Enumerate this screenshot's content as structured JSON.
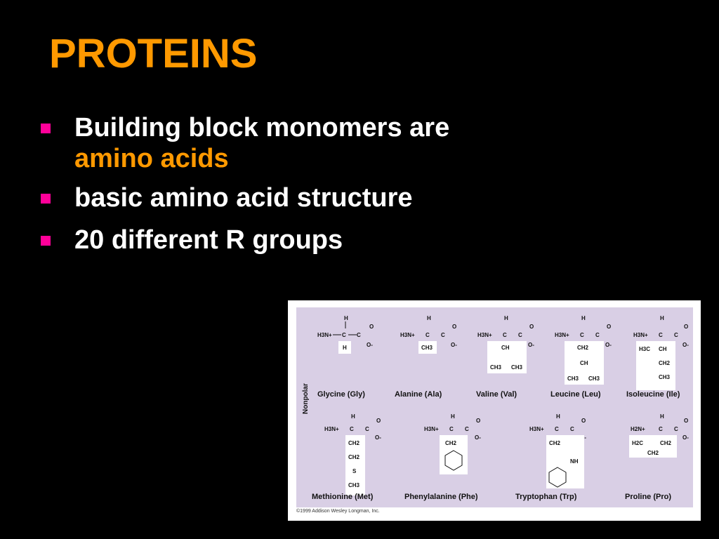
{
  "slide": {
    "title": "PROTEINS",
    "accent_color": "#ff9900",
    "bullet_color": "#ff0099",
    "bullets": [
      {
        "text": "Building block monomers are",
        "highlight": "amino acids"
      },
      {
        "text": "basic amino acid structure",
        "highlight": ""
      },
      {
        "text": "20 different R groups",
        "highlight": ""
      }
    ]
  },
  "figure": {
    "side_label": "Nonpolar",
    "credit": "©1999 Addison Wesley Longman, Inc.",
    "amino_acids": [
      {
        "name": "Glycine (Gly)"
      },
      {
        "name": "Alanine (Ala)"
      },
      {
        "name": "Valine (Val)"
      },
      {
        "name": "Leucine (Leu)"
      },
      {
        "name": "Isoleucine (Ile)"
      },
      {
        "name": "Methionine (Met)"
      },
      {
        "name": "Phenylalanine (Phe)"
      },
      {
        "name": "Tryptophan (Trp)"
      },
      {
        "name": "Proline (Pro)"
      }
    ]
  }
}
